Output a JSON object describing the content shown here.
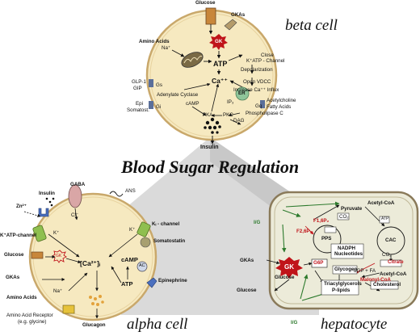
{
  "title": "Blood Sugar Regulation",
  "cells": {
    "beta": "beta cell",
    "alpha": "alpha cell",
    "hepatocyte": "hepatocyte"
  },
  "beta_labels": {
    "glucose": "Glucose",
    "gkas": "GKAs",
    "amino_acids": "Amino Acids",
    "na": "Na⁺",
    "gk": "GK",
    "atp": "ATP",
    "close_katp": "Close",
    "katp_channel": "K⁺ATP - Channel",
    "depolarization": "Depolarization",
    "open_vdcc": "Open VDCC",
    "increase_ca": "Increase Ca⁺⁺ Influx",
    "ca": "Ca⁺⁺",
    "er": "ER",
    "ip3": "IP₃",
    "acetylcholine": "Acetylcholine",
    "fatty_acids": "Fatty Acids",
    "glp1": "GLP-1",
    "gip": "GIP",
    "gs": "Gs",
    "gq": "Gq",
    "gi": "Gi",
    "adenylate_cyclase": "Adenylate Cyclase",
    "camp": "cAMP",
    "epi": "Epi",
    "somatost": "Somatost.",
    "pka": "PKA",
    "pkc": "PKC",
    "dag": "DAG",
    "phospholipase": "Phospholipase C",
    "insulin": "Insulin"
  },
  "alpha_labels": {
    "gaba": "GABA",
    "ans": "ANS",
    "insulin": "Insulin",
    "zn": "Zn²⁺",
    "katp_channel": "K⁺ATP-channel",
    "k": "K⁺",
    "cl": "Cl⁻",
    "ki_channel": "Kᵢ - channel",
    "k2": "K⁺",
    "somatostatin": "Somatostatin",
    "glucose": "Glucose",
    "gk": "GK",
    "ca_i": "[Ca²⁺]ᵢ",
    "camp": "cAMP",
    "ac": "AC",
    "gkas": "GKAs",
    "atp": "ATP",
    "epinephrine": "Epinephrine",
    "amino_acids": "Amino Acids",
    "na": "Na⁺",
    "aa_receptor": "Amino Acid Receptor",
    "eg_glycine": "(e.g. glycine)",
    "glucagon": "Glucagon"
  },
  "hep_labels": {
    "ig1": "I/G",
    "acetyl_coa": "Acetyl-CoA",
    "pyruvate": "Pyruvate",
    "f16p2": "F1,6P₂",
    "co2a": "CO₂",
    "f26p2": "F2,6P₂",
    "atp": "ATP",
    "pps": "PPS",
    "cac": "CAC",
    "gkas": "GKAs",
    "gk": "GK",
    "g6p": "G6P",
    "nadph": "NADPH",
    "nucleotides": "Nucleotides",
    "citrate": "Citrate",
    "acetyl_coa2": "Acetyl-CoA",
    "co2b": "CO₂",
    "glucose_in": "Glucose",
    "glycogen": "Glycogen",
    "agp_fa": "αGP + FA",
    "malonyl": "Malonyl-CoA",
    "glucose_out": "Glucose",
    "triacyl": "Triacylglycerols",
    "plipids": "P-lipids",
    "cholesterol": "Cholesterol",
    "ig2": "I/G"
  },
  "colors": {
    "cell_fill": "#f6e9c0",
    "cell_stroke": "#c9a86b",
    "nucleus_fill": "#e9d6a8",
    "gk_red": "#c0141a",
    "pyramid_gray": "#c9c9c9",
    "hep_fill": "#ecebd9",
    "green": "#2d7a2d",
    "er_green": "#8fc59a"
  }
}
